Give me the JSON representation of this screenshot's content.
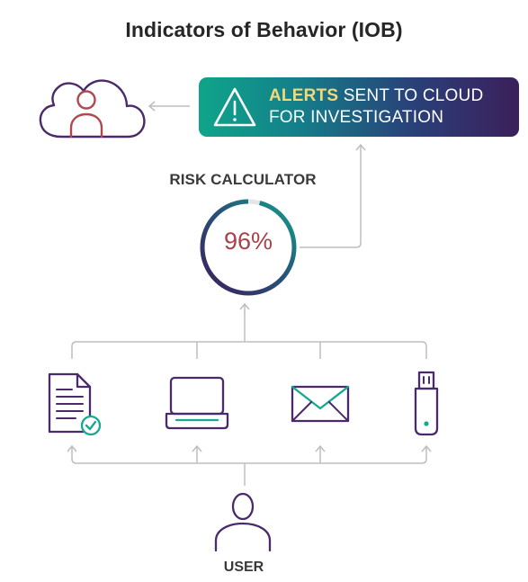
{
  "title": "Indicators of Behavior (IOB)",
  "alert_banner": {
    "highlight": "ALERTS",
    "line1_rest": "SENT TO CLOUD",
    "line2": "FOR INVESTIGATION",
    "icon": "warning-triangle-icon"
  },
  "risk_calculator": {
    "label": "RISK CALCULATOR",
    "value": "96%",
    "fill_fraction": 0.96
  },
  "cloud": {
    "icon": "cloud-user-icon"
  },
  "activities": [
    {
      "icon": "document-check-icon"
    },
    {
      "icon": "laptop-icon"
    },
    {
      "icon": "envelope-icon"
    },
    {
      "icon": "usb-drive-icon"
    }
  ],
  "user": {
    "label": "USER",
    "icon": "user-icon"
  },
  "colors": {
    "gradient_start": "#0fa58a",
    "gradient_end": "#3b1f5a",
    "highlight": "#f2d978",
    "value_text": "#a8424a",
    "icon_purple": "#4a2a6a",
    "icon_teal": "#17a88f",
    "icon_red": "#b0494f",
    "connector": "#bdbdbd"
  }
}
